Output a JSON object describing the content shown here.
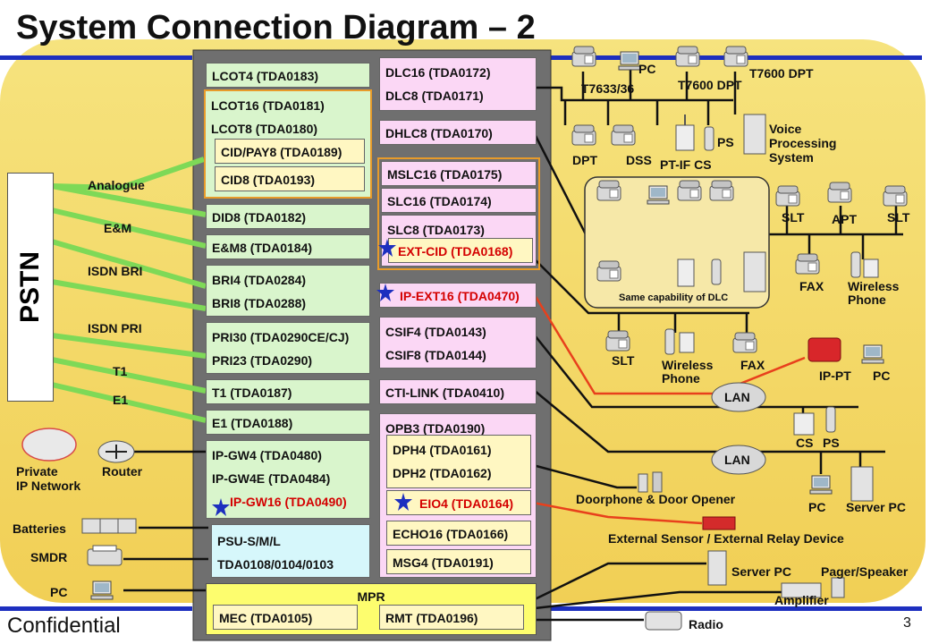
{
  "title": "System Connection Diagram – 2",
  "footer": {
    "confidential": "Confidential",
    "page": "3"
  },
  "pstn": "PSTN",
  "left_labels": {
    "analogue": "Analogue",
    "em": "E&M",
    "isdn_bri": "ISDN BRI",
    "isdn_pri": "ISDN PRI",
    "t1": "T1",
    "e1": "E1",
    "private_ip_1": "Private",
    "private_ip_2": "IP Network",
    "router": "Router",
    "batteries": "Batteries",
    "smdr": "SMDR",
    "pc": "PC"
  },
  "cards_left": {
    "lcot4": "LCOT4 (TDA0183)",
    "lcot16": "LCOT16 (TDA0181)",
    "lcot8": "LCOT8 (TDA0180)",
    "cidpay8": "CID/PAY8 (TDA0189)",
    "cid8": "CID8 (TDA0193)",
    "did8": "DID8 (TDA0182)",
    "em8": "E&M8 (TDA0184)",
    "bri4": "BRI4 (TDA0284)",
    "bri8": "BRI8 (TDA0288)",
    "pri30": "PRI30 (TDA0290CE/CJ)",
    "pri23": "PRI23 (TDA0290)",
    "t1": "T1 (TDA0187)",
    "e1": "E1 (TDA0188)",
    "ipgw4": "IP-GW4 (TDA0480)",
    "ipgw4e": "IP-GW4E (TDA0484)",
    "ipgw16": "IP-GW16 (TDA0490)",
    "psu1": "PSU-S/M/L",
    "psu2": "TDA0108/0104/0103"
  },
  "cards_right": {
    "dlc16": "DLC16 (TDA0172)",
    "dlc8": "DLC8 (TDA0171)",
    "dhlc8": "DHLC8 (TDA0170)",
    "mslc16": "MSLC16 (TDA0175)",
    "slc16": "SLC16 (TDA0174)",
    "slc8": "SLC8 (TDA0173)",
    "extcid": "EXT-CID (TDA0168)",
    "ipext16": "IP-EXT16 (TDA0470)",
    "csif4": "CSIF4 (TDA0143)",
    "csif8": "CSIF8 (TDA0144)",
    "ctilink": "CTI-LINK (TDA0410)",
    "opb3": "OPB3 (TDA0190)",
    "dph4": "DPH4 (TDA0161)",
    "dph2": "DPH2 (TDA0162)",
    "eio4": "EIO4 (TDA0164)",
    "echo16": "ECHO16 (TDA0166)",
    "msg4": "MSG4 (TDA0191)"
  },
  "mpr": {
    "label": "MPR",
    "mec": "MEC (TDA0105)",
    "rmt": "RMT (TDA0196)"
  },
  "devices": {
    "pc_top": "PC",
    "t7633": "T7633/36",
    "t7600_1": "T7600 DPT",
    "t7600_2": "T7600 DPT",
    "dpt": "DPT",
    "dss": "DSS",
    "ptif_cs": "PT-IF CS",
    "ps_top": "PS",
    "voice1": "Voice",
    "voice2": "Processing",
    "voice3": "System",
    "same_cap": "Same capability of DLC",
    "slt_1": "SLT",
    "apt": "APT",
    "slt_2": "SLT",
    "fax_1": "FAX",
    "wireless1_1": "Wireless",
    "wireless1_2": "Phone",
    "slt_3": "SLT",
    "wireless2_1": "Wireless",
    "wireless2_2": "Phone",
    "fax_2": "FAX",
    "ippt": "IP-PT",
    "pc_ippt": "PC",
    "lan_1": "LAN",
    "cs": "CS",
    "ps": "PS",
    "lan_2": "LAN",
    "pc_lan": "PC",
    "server_pc_lan": "Server PC",
    "doorphone": "Doorphone & Door Opener",
    "ext_sensor": "External Sensor / External Relay Device",
    "server_pc": "Server PC",
    "pager": "Pager/Speaker",
    "amplifier": "Amplifier",
    "radio": "Radio"
  },
  "colors": {
    "card_green": "#d9f5cc",
    "card_pink": "#fbd7f5",
    "card_yellow": "#fff7c2",
    "card_cyan": "#d6f7fb",
    "link_green": "#7ed957",
    "link_red": "#e8401c",
    "blue_bar": "#1d2fbf"
  },
  "icons": [
    "desk-phone-icon",
    "pc-icon",
    "router-icon",
    "cloud-icon",
    "battery-icon",
    "printer-icon",
    "antenna-icon",
    "server-icon",
    "radio-icon",
    "amplifier-icon",
    "speaker-icon",
    "doorphone-icon",
    "sensor-icon"
  ]
}
